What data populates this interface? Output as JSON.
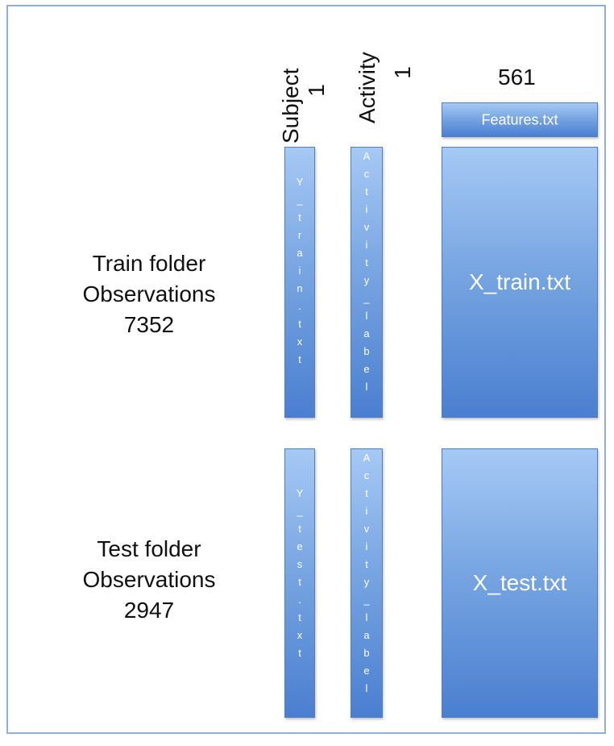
{
  "headers": {
    "subject": "Subject",
    "subject_count": "1",
    "activity": "Activity",
    "activity_count": "1",
    "features_count": "561"
  },
  "features_file": "Features.txt",
  "train": {
    "title": "Train folder",
    "observations_label": "Observations",
    "observations": "7352",
    "subject_file": "Y_train.txt",
    "activity_file": "Activity_label",
    "data_file": "X_train.txt"
  },
  "test": {
    "title": "Test folder",
    "observations_label": "Observations",
    "observations": "2947",
    "subject_file": "Y_test.txt",
    "activity_file": "Activity_label",
    "data_file": "X_test.txt"
  },
  "colors": {
    "box_light": "#a6c9f5",
    "box_dark": "#4a7fd0",
    "frame": "#8fb1d8"
  }
}
